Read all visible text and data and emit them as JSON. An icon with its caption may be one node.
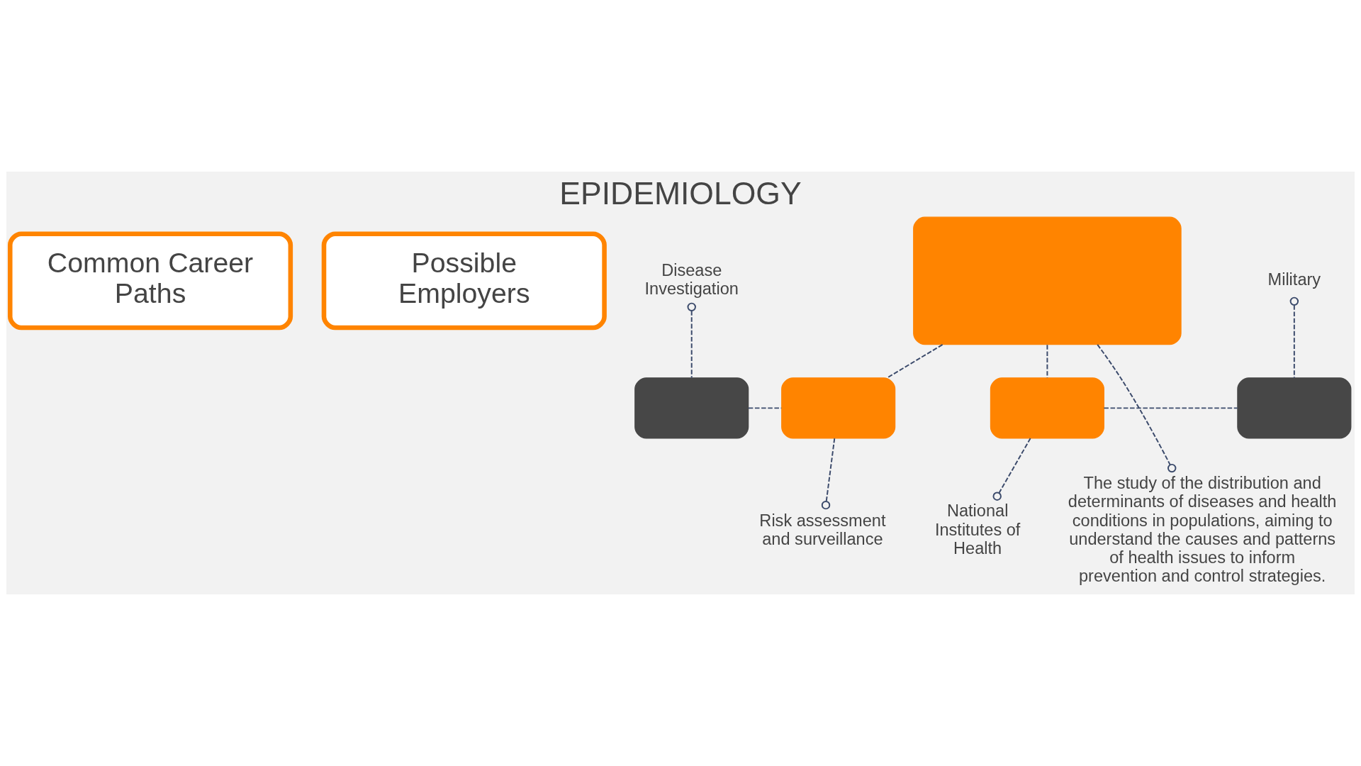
{
  "diagram": {
    "title": "EPIDEMIOLOGY",
    "nodes": [
      {
        "text": [
          "Common Career Paths"
        ]
      },
      {
        "text": [
          "Possible Employers"
        ]
      },
      {
        "text": [],
        "shape": "box"
      },
      {
        "text": [],
        "shape": "box"
      },
      {
        "text": [],
        "shape": "box"
      },
      {
        "text": [],
        "shape": "box"
      },
      {
        "text": [],
        "shape": "box"
      },
      {
        "text": [
          "Disease Investigation"
        ]
      },
      {
        "text": [
          "Risk assessment and surveillance"
        ]
      },
      {
        "text": [
          "The study of the distribution and determinants of diseases and health conditions in populations, aiming to understand the causes and patterns of health issues to inform prevention and control strategies."
        ]
      },
      {
        "text": [
          "National Institutes of Health"
        ]
      },
      {
        "text": [
          "Military"
        ]
      }
    ],
    "edges": [
      {
        "from": 2,
        "to": 4,
        "arrow": "none",
        "style": "dashed"
      },
      {
        "from": 4,
        "to": 3,
        "arrow": "none",
        "style": "dashed"
      },
      {
        "from": 2,
        "to": 5,
        "arrow": "none",
        "style": "dashed"
      },
      {
        "from": 5,
        "to": 6,
        "arrow": "none",
        "style": "dashed"
      },
      {
        "from": 3,
        "to": 7,
        "arrow": "other",
        "style": "dashed"
      },
      {
        "from": 4,
        "to": 8,
        "arrow": "other",
        "style": "dashed"
      },
      {
        "from": 2,
        "to": 9,
        "arrow": "other",
        "style": "dashed"
      },
      {
        "from": 5,
        "to": 10,
        "arrow": "other",
        "style": "dashed"
      },
      {
        "from": 6,
        "to": 11,
        "arrow": "other",
        "style": "dashed"
      }
    ]
  }
}
